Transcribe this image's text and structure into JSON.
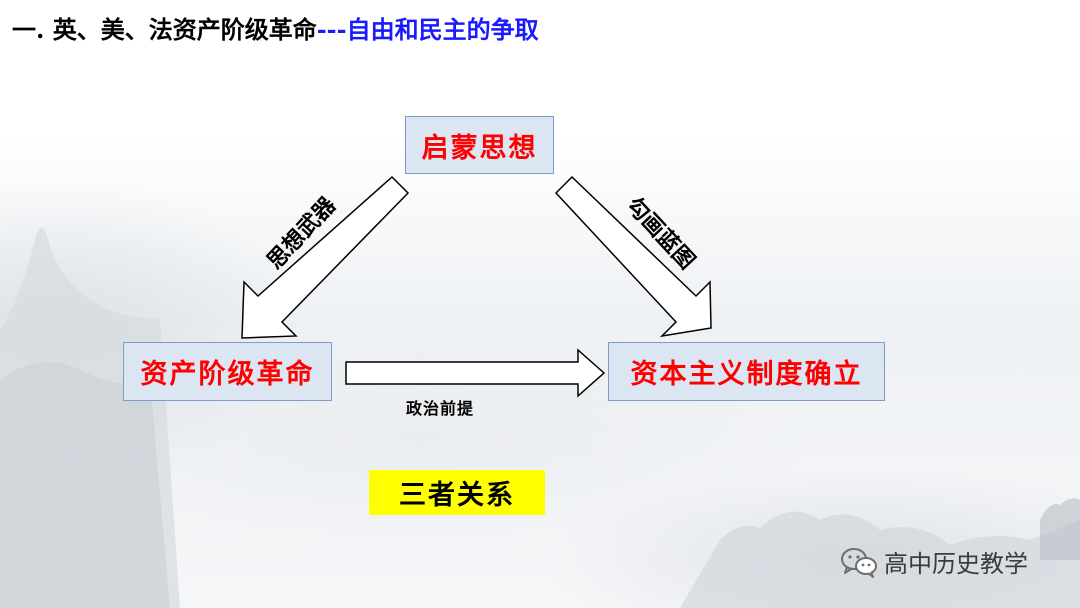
{
  "slide": {
    "title": "一. 英、美、法资产阶级革命",
    "title_sub": "---自由和民主的争取"
  },
  "diagram": {
    "nodes": {
      "top": {
        "label": "启蒙思想",
        "color": "#ff0000"
      },
      "left": {
        "label": "资产阶级革命",
        "color": "#ff0000"
      },
      "right": {
        "label": "资本主义制度确立",
        "color": "#ff0000"
      }
    },
    "node_fill": "#dce6f2",
    "node_border": "#7f9cc6",
    "edges": [
      {
        "from": "top",
        "to": "left",
        "label": "思想武器"
      },
      {
        "from": "top",
        "to": "right",
        "label": "勾画蓝图"
      },
      {
        "from": "left",
        "to": "right",
        "label": "政治前提"
      }
    ]
  },
  "highlight": {
    "label": "三者关系",
    "color": "#ffff00"
  },
  "watermark": {
    "icon": "wechat-icon",
    "text": "高中历史教学"
  }
}
